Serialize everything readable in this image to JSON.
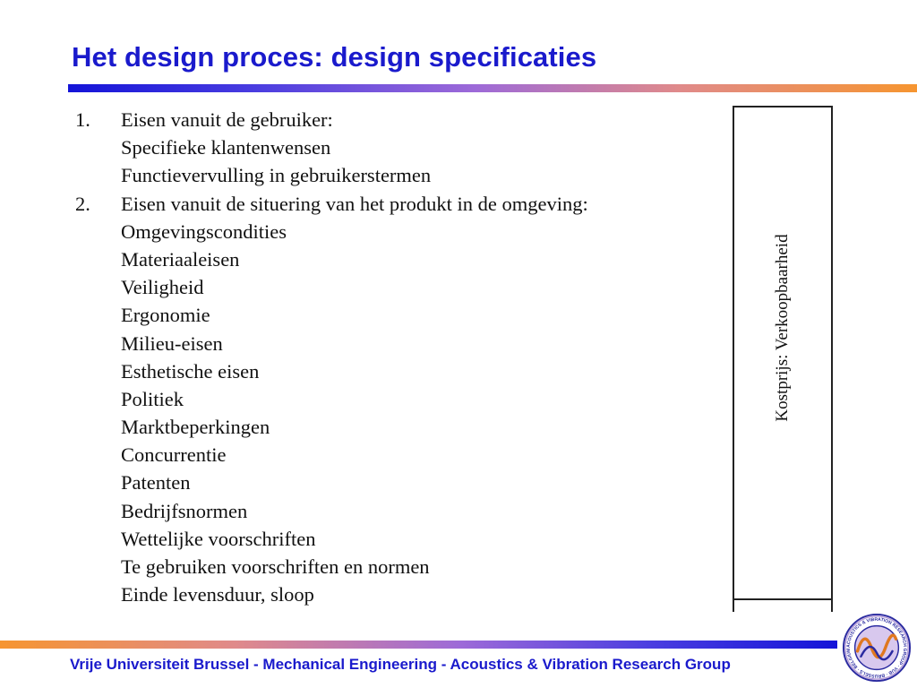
{
  "slide": {
    "title": "Het design proces: design specificaties",
    "footer": "Vrije Universiteit Brussel - Mechanical Engineering - Acoustics & Vibration Research Group"
  },
  "list": {
    "items": [
      {
        "num": "1.",
        "text": "Eisen vanuit de gebruiker:"
      },
      {
        "num": "",
        "text": "Specifieke klantenwensen"
      },
      {
        "num": "",
        "text": "Functievervulling in gebruikerstermen"
      },
      {
        "num": "2.",
        "text": "Eisen vanuit de situering van het produkt in de omgeving:"
      },
      {
        "num": "",
        "text": "Omgevingscondities"
      },
      {
        "num": "",
        "text": "Materiaaleisen"
      },
      {
        "num": "",
        "text": "Veiligheid"
      },
      {
        "num": "",
        "text": "Ergonomie"
      },
      {
        "num": "",
        "text": "Milieu-eisen"
      },
      {
        "num": "",
        "text": "Esthetische eisen"
      },
      {
        "num": "",
        "text": "Politiek"
      },
      {
        "num": "",
        "text": "Marktbeperkingen"
      },
      {
        "num": "",
        "text": "Concurrentie"
      },
      {
        "num": "",
        "text": "Patenten"
      },
      {
        "num": "",
        "text": "Bedrijfsnormen"
      },
      {
        "num": "",
        "text": "Wettelijke voorschriften"
      },
      {
        "num": "",
        "text": "Te gebruiken voorschriften en normen"
      },
      {
        "num": "",
        "text": "Einde levensduur, sloop"
      }
    ]
  },
  "side_box": {
    "label": "Kostprijs: Verkoopbaarheid"
  },
  "logo": {
    "icon": "avrg-logo-icon",
    "ring_text": "ACOUSTICS & VIBRATION RESEARCH GROUP · VUB · BRUSSELS · BELGIUM",
    "colors": {
      "ring": "#2a2aa0",
      "wave": "#e07820",
      "fill": "#b8a0d8"
    }
  },
  "colors": {
    "title": "#1a1acc",
    "footer": "#1a1acc",
    "rule_start": "#1414d8",
    "rule_end": "#f69530"
  }
}
